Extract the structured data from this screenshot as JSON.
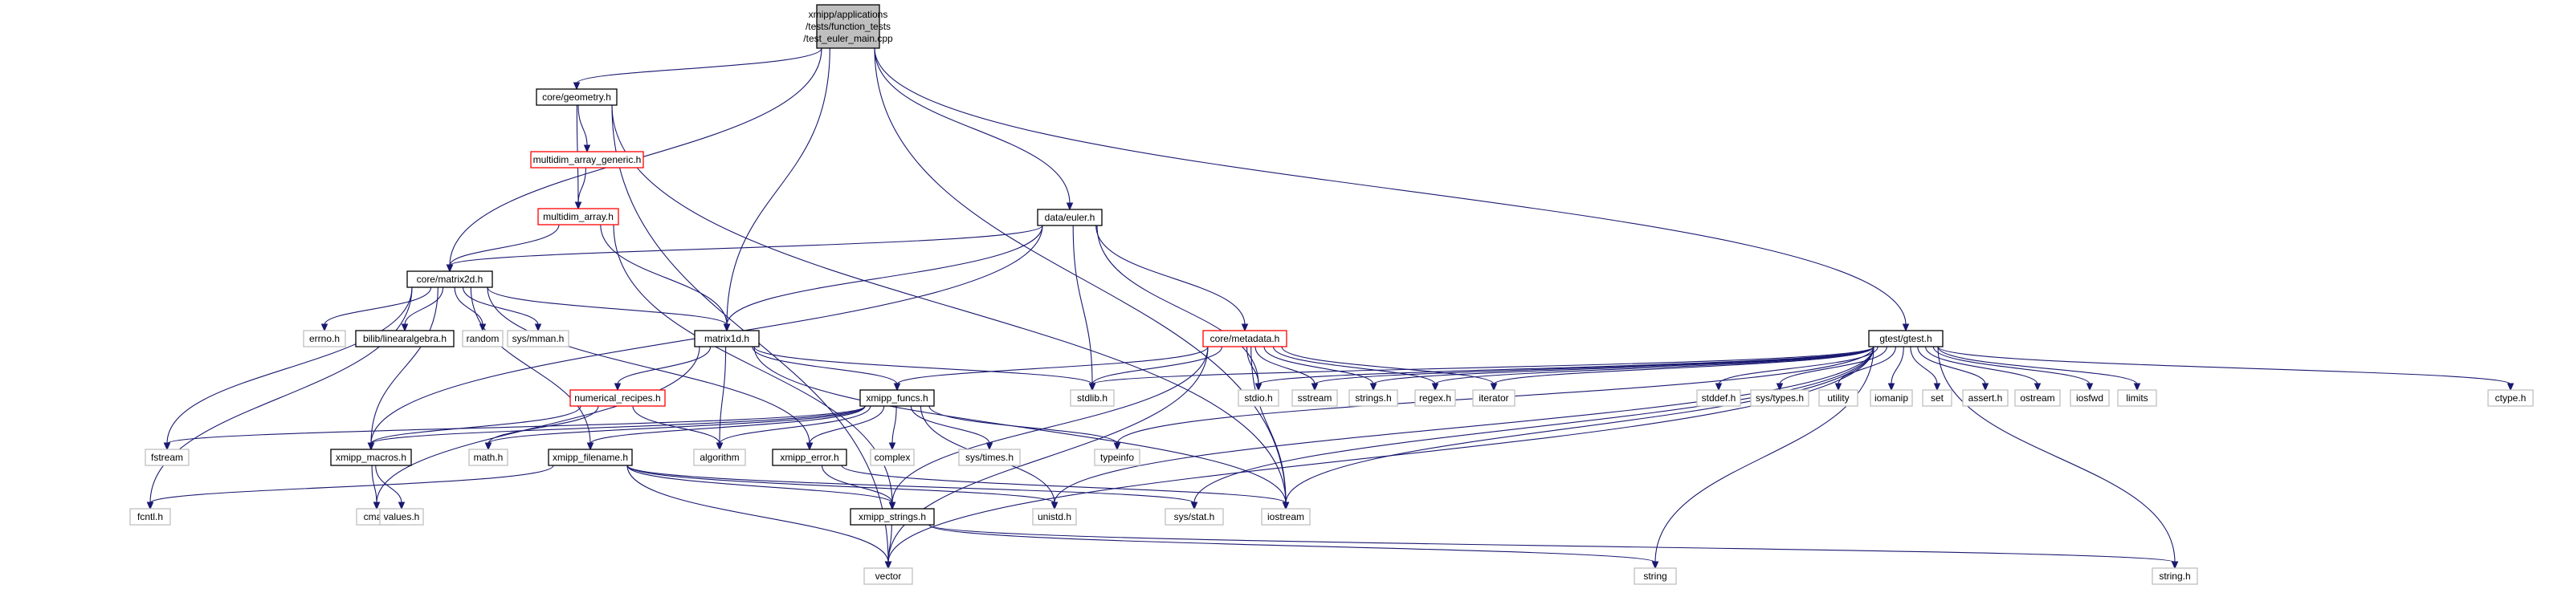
{
  "graph": {
    "nodes": [
      {
        "id": "root",
        "lines": [
          "xmipp/applications",
          "/tests/function_tests",
          "/test_euler_main.cpp"
        ],
        "kind": "root"
      },
      {
        "id": "core_geometry",
        "lines": [
          "core/geometry.h"
        ],
        "kind": "documented"
      },
      {
        "id": "multidim_array_generic",
        "lines": [
          "multidim_array_generic.h"
        ],
        "kind": "truncated"
      },
      {
        "id": "multidim_array",
        "lines": [
          "multidim_array.h"
        ],
        "kind": "truncated"
      },
      {
        "id": "data_euler",
        "lines": [
          "data/euler.h"
        ],
        "kind": "documented"
      },
      {
        "id": "core_matrix2d",
        "lines": [
          "core/matrix2d.h"
        ],
        "kind": "documented"
      },
      {
        "id": "errno",
        "lines": [
          "errno.h"
        ],
        "kind": "external"
      },
      {
        "id": "bilib",
        "lines": [
          "bilib/linearalgebra.h"
        ],
        "kind": "documented"
      },
      {
        "id": "random",
        "lines": [
          "random"
        ],
        "kind": "external"
      },
      {
        "id": "sys_mman",
        "lines": [
          "sys/mman.h"
        ],
        "kind": "external"
      },
      {
        "id": "matrix1d",
        "lines": [
          "matrix1d.h"
        ],
        "kind": "documented"
      },
      {
        "id": "core_metadata",
        "lines": [
          "core/metadata.h"
        ],
        "kind": "truncated"
      },
      {
        "id": "gtest",
        "lines": [
          "gtest/gtest.h"
        ],
        "kind": "documented"
      },
      {
        "id": "numerical_recipes",
        "lines": [
          "numerical_recipes.h"
        ],
        "kind": "truncated"
      },
      {
        "id": "xmipp_funcs",
        "lines": [
          "xmipp_funcs.h"
        ],
        "kind": "documented"
      },
      {
        "id": "stdlib",
        "lines": [
          "stdlib.h"
        ],
        "kind": "external"
      },
      {
        "id": "stdio",
        "lines": [
          "stdio.h"
        ],
        "kind": "external"
      },
      {
        "id": "sstream",
        "lines": [
          "sstream"
        ],
        "kind": "external"
      },
      {
        "id": "strings_h",
        "lines": [
          "strings.h"
        ],
        "kind": "external"
      },
      {
        "id": "regex",
        "lines": [
          "regex.h"
        ],
        "kind": "external"
      },
      {
        "id": "iterator",
        "lines": [
          "iterator"
        ],
        "kind": "external"
      },
      {
        "id": "stddef",
        "lines": [
          "stddef.h"
        ],
        "kind": "external"
      },
      {
        "id": "sys_types",
        "lines": [
          "sys/types.h"
        ],
        "kind": "external"
      },
      {
        "id": "utility",
        "lines": [
          "utility"
        ],
        "kind": "external"
      },
      {
        "id": "iomanip",
        "lines": [
          "iomanip"
        ],
        "kind": "external"
      },
      {
        "id": "set",
        "lines": [
          "set"
        ],
        "kind": "external"
      },
      {
        "id": "assert",
        "lines": [
          "assert.h"
        ],
        "kind": "external"
      },
      {
        "id": "ostream",
        "lines": [
          "ostream"
        ],
        "kind": "external"
      },
      {
        "id": "iosfwd",
        "lines": [
          "iosfwd"
        ],
        "kind": "external"
      },
      {
        "id": "limits",
        "lines": [
          "limits"
        ],
        "kind": "external"
      },
      {
        "id": "ctype",
        "lines": [
          "ctype.h"
        ],
        "kind": "external"
      },
      {
        "id": "fstream",
        "lines": [
          "fstream"
        ],
        "kind": "external"
      },
      {
        "id": "xmipp_macros",
        "lines": [
          "xmipp_macros.h"
        ],
        "kind": "documented"
      },
      {
        "id": "math",
        "lines": [
          "math.h"
        ],
        "kind": "external"
      },
      {
        "id": "xmipp_filename",
        "lines": [
          "xmipp_filename.h"
        ],
        "kind": "documented"
      },
      {
        "id": "algorithm",
        "lines": [
          "algorithm"
        ],
        "kind": "external"
      },
      {
        "id": "complex",
        "lines": [
          "complex"
        ],
        "kind": "external"
      },
      {
        "id": "sys_times",
        "lines": [
          "sys/times.h"
        ],
        "kind": "external"
      },
      {
        "id": "typeinfo",
        "lines": [
          "typeinfo"
        ],
        "kind": "external"
      },
      {
        "id": "xmipp_error",
        "lines": [
          "xmipp_error.h"
        ],
        "kind": "documented"
      },
      {
        "id": "fcntl",
        "lines": [
          "fcntl.h"
        ],
        "kind": "external"
      },
      {
        "id": "cmath",
        "lines": [
          "cmath"
        ],
        "kind": "external"
      },
      {
        "id": "values",
        "lines": [
          "values.h"
        ],
        "kind": "external"
      },
      {
        "id": "unistd",
        "lines": [
          "unistd.h"
        ],
        "kind": "external"
      },
      {
        "id": "sys_stat",
        "lines": [
          "sys/stat.h"
        ],
        "kind": "external"
      },
      {
        "id": "iostream",
        "lines": [
          "iostream"
        ],
        "kind": "external"
      },
      {
        "id": "xmipp_strings",
        "lines": [
          "xmipp_strings.h"
        ],
        "kind": "documented"
      },
      {
        "id": "vector",
        "lines": [
          "vector"
        ],
        "kind": "external"
      },
      {
        "id": "string",
        "lines": [
          "string"
        ],
        "kind": "external"
      },
      {
        "id": "string_h",
        "lines": [
          "string.h"
        ],
        "kind": "external"
      }
    ],
    "edges": [
      [
        "root",
        "core_geometry"
      ],
      [
        "root",
        "core_matrix2d"
      ],
      [
        "root",
        "matrix1d"
      ],
      [
        "root",
        "data_euler"
      ],
      [
        "root",
        "iostream"
      ],
      [
        "root",
        "gtest"
      ],
      [
        "core_geometry",
        "multidim_array_generic"
      ],
      [
        "core_geometry",
        "multidim_array"
      ],
      [
        "core_geometry",
        "vector"
      ],
      [
        "core_geometry",
        "iostream"
      ],
      [
        "multidim_array_generic",
        "multidim_array"
      ],
      [
        "multidim_array",
        "core_matrix2d"
      ],
      [
        "multidim_array",
        "matrix1d"
      ],
      [
        "multidim_array",
        "xmipp_strings"
      ],
      [
        "data_euler",
        "core_matrix2d"
      ],
      [
        "data_euler",
        "matrix1d"
      ],
      [
        "data_euler",
        "core_metadata"
      ],
      [
        "data_euler",
        "stdlib"
      ],
      [
        "data_euler",
        "stdio"
      ],
      [
        "data_euler",
        "xmipp_macros"
      ],
      [
        "core_matrix2d",
        "errno"
      ],
      [
        "core_matrix2d",
        "bilib"
      ],
      [
        "core_matrix2d",
        "random"
      ],
      [
        "core_matrix2d",
        "sys_mman"
      ],
      [
        "core_matrix2d",
        "matrix1d"
      ],
      [
        "core_matrix2d",
        "fstream"
      ],
      [
        "core_matrix2d",
        "xmipp_macros"
      ],
      [
        "core_matrix2d",
        "xmipp_filename"
      ],
      [
        "core_matrix2d",
        "xmipp_error"
      ],
      [
        "core_matrix2d",
        "fcntl"
      ],
      [
        "matrix1d",
        "numerical_recipes"
      ],
      [
        "matrix1d",
        "xmipp_funcs"
      ],
      [
        "matrix1d",
        "stdlib"
      ],
      [
        "matrix1d",
        "algorithm"
      ],
      [
        "matrix1d",
        "cmath"
      ],
      [
        "matrix1d",
        "iostream"
      ],
      [
        "numerical_recipes",
        "xmipp_macros"
      ],
      [
        "numerical_recipes",
        "math"
      ],
      [
        "numerical_recipes",
        "algorithm"
      ],
      [
        "xmipp_funcs",
        "fstream"
      ],
      [
        "xmipp_funcs",
        "xmipp_macros"
      ],
      [
        "xmipp_funcs",
        "math"
      ],
      [
        "xmipp_funcs",
        "xmipp_filename"
      ],
      [
        "xmipp_funcs",
        "algorithm"
      ],
      [
        "xmipp_funcs",
        "complex"
      ],
      [
        "xmipp_funcs",
        "sys_times"
      ],
      [
        "xmipp_funcs",
        "typeinfo"
      ],
      [
        "xmipp_funcs",
        "xmipp_error"
      ],
      [
        "xmipp_funcs",
        "unistd"
      ],
      [
        "core_metadata",
        "xmipp_funcs"
      ],
      [
        "core_metadata",
        "stdlib"
      ],
      [
        "core_metadata",
        "stdio"
      ],
      [
        "core_metadata",
        "sstream"
      ],
      [
        "core_metadata",
        "strings_h"
      ],
      [
        "core_metadata",
        "regex"
      ],
      [
        "core_metadata",
        "iterator"
      ],
      [
        "core_metadata",
        "xmipp_strings"
      ],
      [
        "core_metadata",
        "iostream"
      ],
      [
        "core_metadata",
        "vector"
      ],
      [
        "gtest",
        "stdlib"
      ],
      [
        "gtest",
        "stdio"
      ],
      [
        "gtest",
        "sstream"
      ],
      [
        "gtest",
        "strings_h"
      ],
      [
        "gtest",
        "regex"
      ],
      [
        "gtest",
        "iterator"
      ],
      [
        "gtest",
        "stddef"
      ],
      [
        "gtest",
        "sys_types"
      ],
      [
        "gtest",
        "utility"
      ],
      [
        "gtest",
        "iomanip"
      ],
      [
        "gtest",
        "set"
      ],
      [
        "gtest",
        "assert"
      ],
      [
        "gtest",
        "ostream"
      ],
      [
        "gtest",
        "iosfwd"
      ],
      [
        "gtest",
        "limits"
      ],
      [
        "gtest",
        "ctype"
      ],
      [
        "gtest",
        "typeinfo"
      ],
      [
        "gtest",
        "unistd"
      ],
      [
        "gtest",
        "sys_stat"
      ],
      [
        "gtest",
        "iostream"
      ],
      [
        "gtest",
        "vector"
      ],
      [
        "gtest",
        "string"
      ],
      [
        "gtest",
        "string_h"
      ],
      [
        "xmipp_macros",
        "cmath"
      ],
      [
        "xmipp_macros",
        "values"
      ],
      [
        "xmipp_filename",
        "fcntl"
      ],
      [
        "xmipp_filename",
        "unistd"
      ],
      [
        "xmipp_filename",
        "sys_stat"
      ],
      [
        "xmipp_filename",
        "xmipp_strings"
      ],
      [
        "xmipp_filename",
        "vector"
      ],
      [
        "xmipp_error",
        "xmipp_strings"
      ],
      [
        "xmipp_error",
        "iostream"
      ],
      [
        "xmipp_strings",
        "vector"
      ],
      [
        "xmipp_strings",
        "string"
      ],
      [
        "xmipp_strings",
        "string_h"
      ]
    ]
  },
  "colors": {
    "edge": "#191970",
    "root_fill": "#bfbfbf",
    "documented_border": "#000000",
    "truncated_border": "#ff0000",
    "external_border": "#bfbfbf"
  }
}
